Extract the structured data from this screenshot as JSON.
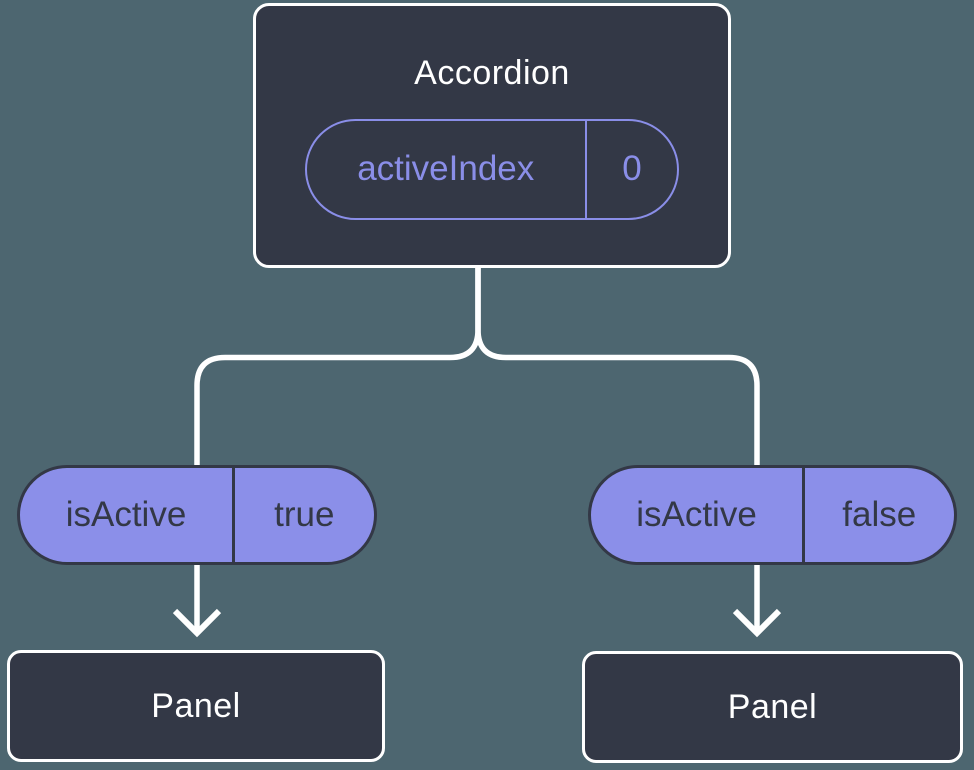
{
  "colors": {
    "background": "#4D6670",
    "node-fill": "#333846",
    "node-border": "#FFFFFF",
    "accent": "#8A8EE8",
    "accent-fill": "#8B8FE9",
    "accent-text-dark": "#333846",
    "connector": "#FFFFFF",
    "title-text": "#FFFFFF"
  },
  "tree": {
    "root": {
      "label": "Accordion",
      "state": {
        "name": "activeIndex",
        "value": "0"
      }
    },
    "children": [
      {
        "prop": {
          "name": "isActive",
          "value": "true"
        },
        "label": "Panel"
      },
      {
        "prop": {
          "name": "isActive",
          "value": "false"
        },
        "label": "Panel"
      }
    ]
  }
}
